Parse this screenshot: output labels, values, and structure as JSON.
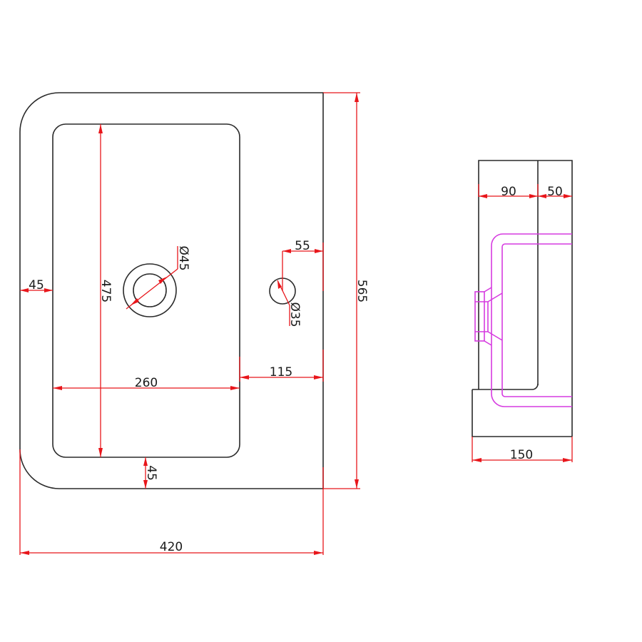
{
  "drawing": {
    "title": "Wash basin technical drawing",
    "units": "mm",
    "colors": {
      "outline": "#2a2a2a",
      "dimension": "#e8161b",
      "pipe": "#d63be0",
      "background": "#ffffff"
    }
  },
  "top_view": {
    "dimensions": {
      "overall_width": "420",
      "overall_depth": "565",
      "bowl_length": "475",
      "bowl_width": "260",
      "left_rim": "45",
      "bottom_rim": "45",
      "right_deck": "115",
      "tap_offset": "55",
      "drain_diameter": "Ø45",
      "tap_hole_diameter": "Ø35"
    }
  },
  "side_view": {
    "dimensions": {
      "depth_upper": "90",
      "depth_lower": "50",
      "total_depth": "150"
    }
  }
}
